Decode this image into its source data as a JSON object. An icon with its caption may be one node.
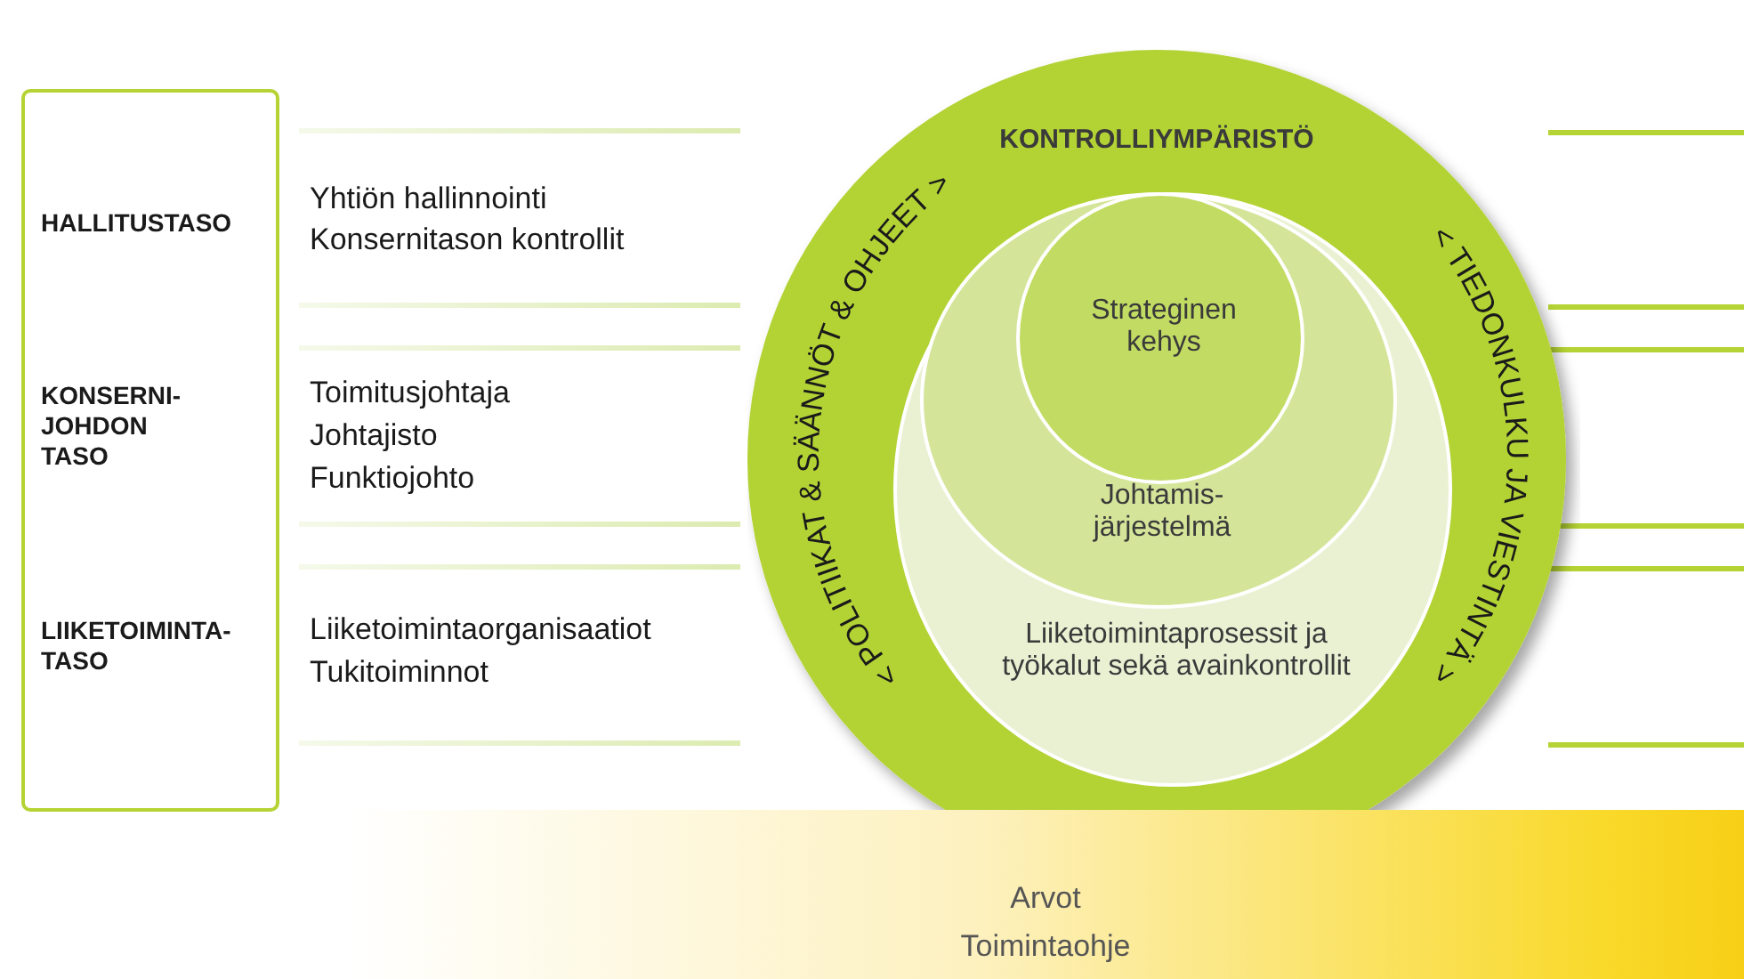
{
  "diagram": {
    "nodes": [
      {
        "text": [
          "HALLITUSTASO",
          "KONSERNI- JOHDON TASO",
          "LIIKETOIMINTA- TASO"
        ]
      },
      {
        "text": [
          "Yhtiön hallinnointi",
          "Konsernitason kontrollit"
        ]
      },
      {
        "text": [
          "Toimitusjohtaja",
          "Johtajisto",
          "Funktiojohto"
        ]
      },
      {
        "text": [
          "Liiketoimintaorganisaatiot",
          "Tukitoiminnot"
        ]
      },
      {
        "text": [
          "KONTROLLIYMPÄRISTÖ",
          "< POLITIIKAT & SÄÄNNÖT & OHJEET >",
          "< TIEDONKULKU JA VIESTINTÄ >"
        ]
      },
      {
        "text": [
          "Liiketoimintaprosessit ja työkalut sekä avainkontrollit"
        ],
        "in": 4
      },
      {
        "text": [
          "Johtamis- järjestelmä"
        ],
        "in": 5
      },
      {
        "text": [
          "Strateginen kehys"
        ],
        "in": 6
      },
      {
        "text": [
          "Arvot",
          "Toimintaohje"
        ]
      }
    ]
  }
}
